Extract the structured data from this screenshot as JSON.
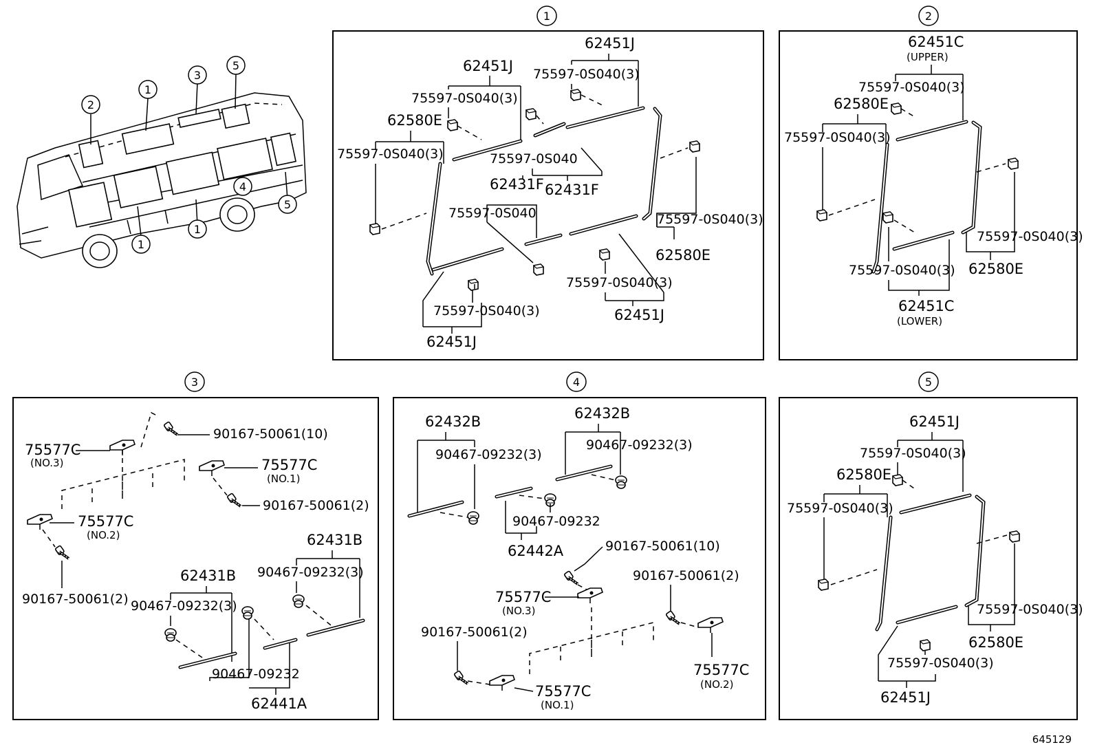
{
  "figure_id": "645129",
  "sections": {
    "s1": {
      "num": "1"
    },
    "s2": {
      "num": "2"
    },
    "s3": {
      "num": "3"
    },
    "s4": {
      "num": "4"
    },
    "s5": {
      "num": "5"
    }
  },
  "bus_callouts": [
    "2",
    "1",
    "3",
    "5",
    "4",
    "5",
    "1",
    "1"
  ],
  "s1": {
    "p_62451J_a": "62451J",
    "p_75597_a": "75597-0S040(3)",
    "p_62451J_b": "62451J",
    "p_75597_b": "75597-0S040(3)",
    "p_62580E_a": "62580E",
    "p_75597_c": "75597-0S040(3)",
    "p_75597_d": "75597-0S040",
    "p_62431F_a": "62431F",
    "p_62431F_b": "62431F",
    "p_75597_e": "75597-0S040",
    "p_75597_f": "75597-0S040(3)",
    "p_62580E_b": "62580E",
    "p_75597_g": "75597-0S040(3)",
    "p_62451J_c": "62451J",
    "p_75597_h": "75597-0S040(3)",
    "p_62451J_d": "62451J"
  },
  "s2": {
    "p_62451C_up": "62451C",
    "q_upper": "(UPPER)",
    "p_75597_a": "75597-0S040(3)",
    "p_62580E_a": "62580E",
    "p_75597_b": "75597-0S040(3)",
    "p_75597_c": "75597-0S040(3)",
    "p_75597_d": "75597-0S040(3)",
    "p_62580E_b": "62580E",
    "p_62451C_lo": "62451C",
    "q_lower": "(LOWER)"
  },
  "s3": {
    "p_75577C_no3": "75577C",
    "q_no3": "(NO.3)",
    "p_90167_10": "90167-50061(10)",
    "p_75577C_no1": "75577C",
    "q_no1": "(NO.1)",
    "p_90167_2a": "90167-50061(2)",
    "p_75577C_no2": "75577C",
    "q_no2": "(NO.2)",
    "p_90167_2b": "90167-50061(2)",
    "p_62431B_a": "62431B",
    "p_90467_3a": "90467-09232(3)",
    "p_62431B_b": "62431B",
    "p_90467_3b": "90467-09232(3)",
    "p_90467": "90467-09232",
    "p_62441A": "62441A"
  },
  "s4": {
    "p_62432B_a": "62432B",
    "p_90467_3a": "90467-09232(3)",
    "p_62432B_b": "62432B",
    "p_90467_3b": "90467-09232(3)",
    "p_90467": "90467-09232",
    "p_62442A": "62442A",
    "p_90167_10": "90167-50061(10)",
    "p_75577C_no3": "75577C",
    "q_no3": "(NO.3)",
    "p_90167_2a": "90167-50061(2)",
    "p_90167_2b": "90167-50061(2)",
    "p_75577C_no1": "75577C",
    "q_no1": "(NO.1)",
    "p_75577C_no2": "75577C",
    "q_no2": "(NO.2)"
  },
  "s5": {
    "p_62451J_a": "62451J",
    "p_75597_a": "75597-0S040(3)",
    "p_62580E_a": "62580E",
    "p_75597_b": "75597-0S040(3)",
    "p_75597_c": "75597-0S040(3)",
    "p_62580E_b": "62580E",
    "p_75597_d": "75597-0S040(3)",
    "p_62451J_b": "62451J"
  }
}
